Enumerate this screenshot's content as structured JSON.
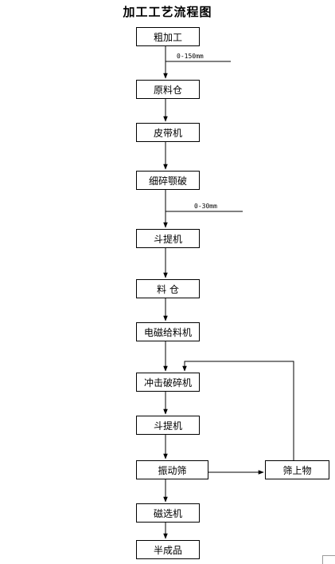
{
  "title": "加工工艺流程图",
  "nodes": [
    "粗加工",
    "原料仓",
    "皮带机",
    "细碎颚破",
    "斗提机",
    "料 仓",
    "电磁给料机",
    "冲击破碎机",
    "斗提机",
    "振动筛",
    "磁选机",
    "半成品"
  ],
  "side_node": "筛上物",
  "size_labels": [
    "0-150mm",
    "0-30mm"
  ],
  "colors": {
    "line": "#000000",
    "border": "#000000",
    "background": "#ffffff"
  }
}
